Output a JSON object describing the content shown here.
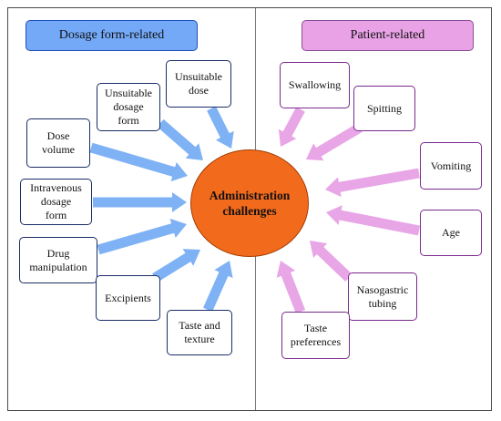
{
  "headers": {
    "dosage": "Dosage form-related",
    "patient": "Patient-related"
  },
  "center": "Administration\nchallenges",
  "dosage_factors": [
    "Unsuitable\ndose",
    "Unsuitable\ndosage\nform",
    "Dose\nvolume",
    "Intravenous\ndosage\nform",
    "Drug\nmanipulation",
    "Excipients",
    "Taste and\ntexture"
  ],
  "patient_factors": [
    "Swallowing",
    "Spitting",
    "Vomiting",
    "Age",
    "Nasogastric\ntubing",
    "Taste\npreferences"
  ],
  "colors": {
    "dosage_header": "#74a9f7",
    "patient_header": "#e9a2e6",
    "dosage_arrow": "#7fb2f5",
    "patient_arrow": "#e8a6e6",
    "center": "#f26a1c"
  }
}
